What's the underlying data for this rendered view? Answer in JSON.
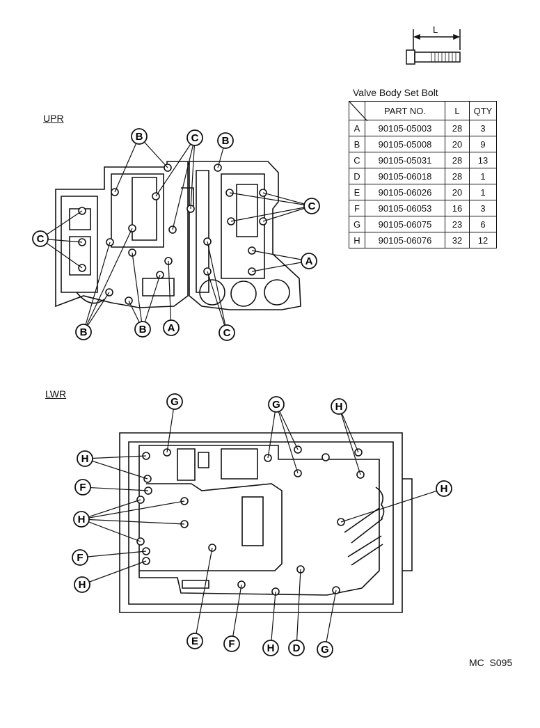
{
  "bolt_dimension_label": "L",
  "table": {
    "title": "Valve Body Set Bolt",
    "headers": [
      "PART NO.",
      "L",
      "QTY"
    ],
    "rows": [
      {
        "code": "A",
        "part": "90105-05003",
        "l": "28",
        "qty": "3"
      },
      {
        "code": "B",
        "part": "90105-05008",
        "l": "20",
        "qty": "9"
      },
      {
        "code": "C",
        "part": "90105-05031",
        "l": "28",
        "qty": "13"
      },
      {
        "code": "D",
        "part": "90105-06018",
        "l": "28",
        "qty": "1"
      },
      {
        "code": "E",
        "part": "90105-06026",
        "l": "20",
        "qty": "1"
      },
      {
        "code": "F",
        "part": "90105-06053",
        "l": "16",
        "qty": "3"
      },
      {
        "code": "G",
        "part": "90105-06075",
        "l": "23",
        "qty": "6"
      },
      {
        "code": "H",
        "part": "90105-06076",
        "l": "32",
        "qty": "12"
      }
    ]
  },
  "upper": {
    "section_label": "UPR",
    "callouts": [
      "B",
      "C",
      "B",
      "C",
      "C",
      "B",
      "B",
      "A",
      "C",
      "A"
    ]
  },
  "lower": {
    "section_label": "LWR",
    "callouts": [
      "G",
      "G",
      "H",
      "H",
      "F",
      "H",
      "H",
      "F",
      "H",
      "E",
      "F",
      "H",
      "D",
      "G"
    ]
  },
  "figure_code": "MC  S095"
}
